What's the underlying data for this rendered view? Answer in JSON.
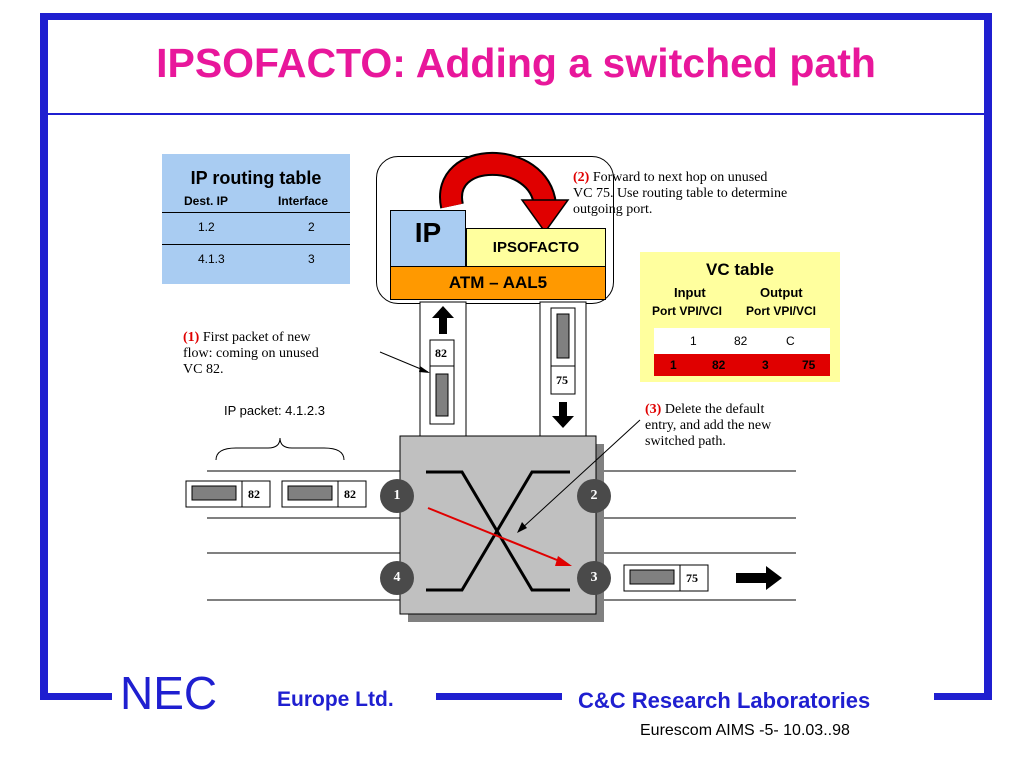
{
  "title": "IPSOFACTO: Adding a switched path",
  "routing_table": {
    "title": "IP routing table",
    "col_dest": "Dest. IP",
    "col_iface": "Interface",
    "rows": [
      {
        "dest": "1.2",
        "iface": "2"
      },
      {
        "dest": "4.1.3",
        "iface": "3"
      }
    ]
  },
  "stack": {
    "ip": "IP",
    "ipsofacto": "IPSOFACTO",
    "atm": "ATM – AAL5"
  },
  "notes": {
    "n1_tag": "(1)",
    "n1_l1": "First packet of new",
    "n1_l2": "flow: coming on unused",
    "n1_l3": "VC 82.",
    "n2_tag": "(2)",
    "n2_l1": "Forward to next hop on unused",
    "n2_l2": "VC 75. Use routing table to determine",
    "n2_l3": "outgoing port.",
    "n3_tag": "(3)",
    "n3_l1": "Delete the default",
    "n3_l2": "entry, and add the new",
    "n3_l3": "switched path."
  },
  "vc_table": {
    "title": "VC table",
    "input": "Input",
    "output": "Output",
    "in_sub": "Port VPI/VCI",
    "out_sub": "Port VPI/VCI",
    "old_row": [
      "1",
      "82",
      "C"
    ],
    "new_row": [
      "1",
      "82",
      "3",
      "75"
    ]
  },
  "packets": {
    "ip_packet_label": "IP packet: 4.1.2.3",
    "vc_in": "82",
    "vc_out": "75"
  },
  "ports": [
    "1",
    "2",
    "3",
    "4"
  ],
  "footer": {
    "brand": "NEC",
    "europe": "Europe Ltd.",
    "lab": "C&C Research Laboratories",
    "info": "Eurescom AIMS  -5-  10.03..98"
  },
  "colors": {
    "frame": "#1f1fd0",
    "title": "#e8179b",
    "routing_table": "#a9ccf2",
    "vc_table": "#ffff9e",
    "atm": "#ff9900",
    "arrow_red": "#e00000"
  }
}
